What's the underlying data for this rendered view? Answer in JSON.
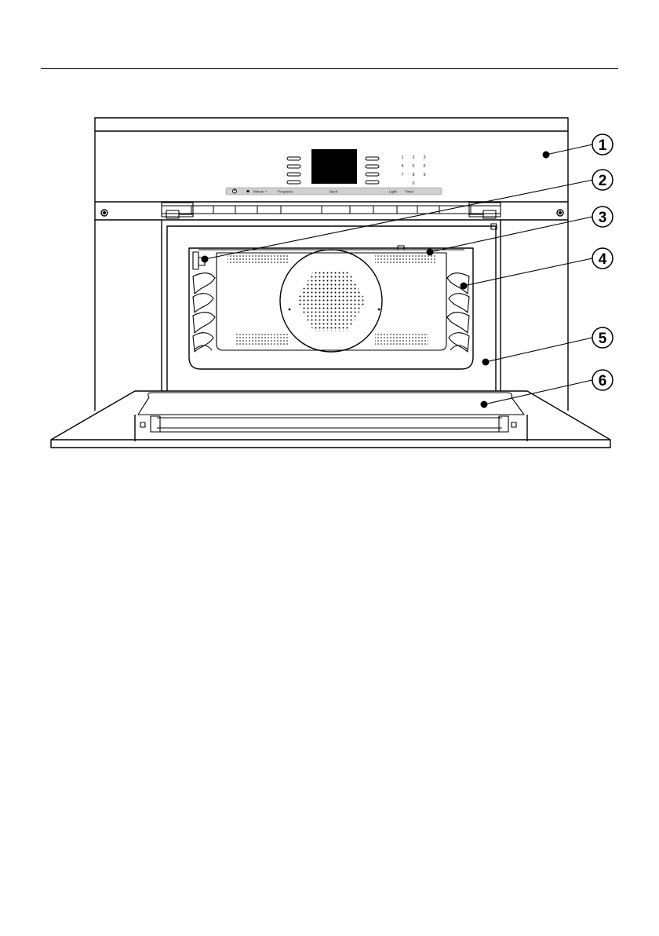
{
  "control_panel": {
    "keypad_digits": [
      "1",
      "2",
      "3",
      "4",
      "5",
      "6",
      "7",
      "8",
      "9",
      "0"
    ],
    "labels": {
      "minute_minder": "Minute +",
      "programs": "Programs",
      "back": "Back",
      "light": "Light",
      "timer": "Timer"
    },
    "colors": {
      "display": "#000000",
      "label_strip": "#d0d0d0"
    }
  },
  "callouts": [
    {
      "label": "1"
    },
    {
      "label": "2"
    },
    {
      "label": "3"
    },
    {
      "label": "4"
    },
    {
      "label": "5"
    },
    {
      "label": "6"
    }
  ]
}
